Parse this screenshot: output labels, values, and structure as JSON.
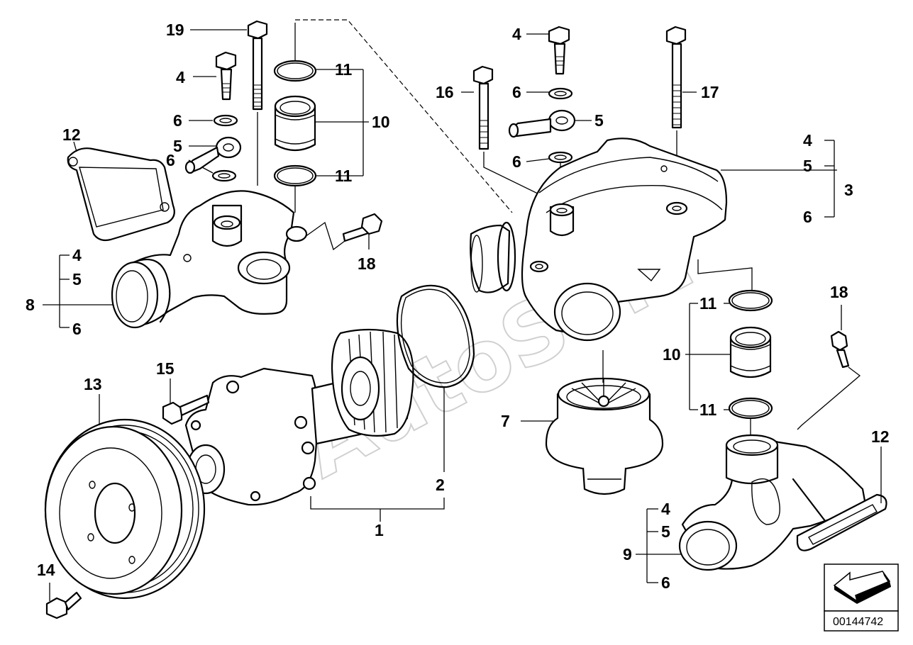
{
  "diagram_id": "00144742",
  "watermark": "AutoSoft",
  "callouts": {
    "c1": "1",
    "c2": "2",
    "c3": "3",
    "c4a": "4",
    "c4b": "4",
    "c4c": "4",
    "c4d": "4",
    "c4e": "4",
    "c5a": "5",
    "c5b": "5",
    "c5c": "5",
    "c5d": "5",
    "c5e": "5",
    "c6a": "6",
    "c6b": "6",
    "c6c": "6",
    "c6d": "6",
    "c6e": "6",
    "c6f": "6",
    "c6g": "6",
    "c7": "7",
    "c8": "8",
    "c9": "9",
    "c10a": "10",
    "c10b": "10",
    "c11a": "11",
    "c11b": "11",
    "c11c": "11",
    "c11d": "11",
    "c12a": "12",
    "c12b": "12",
    "c13": "13",
    "c14": "14",
    "c15": "15",
    "c16": "16",
    "c17": "17",
    "c18a": "18",
    "c18b": "18",
    "c19": "19"
  },
  "icons": {
    "direction": "arrow-icon"
  }
}
